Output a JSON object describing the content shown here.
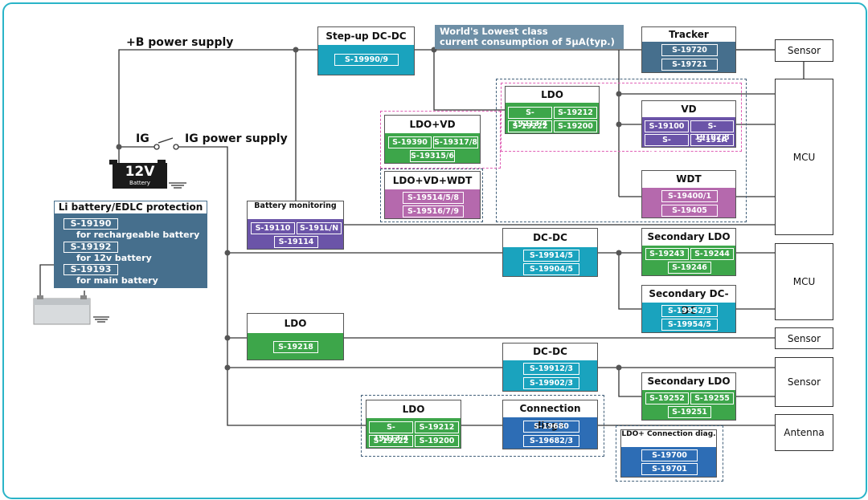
{
  "labels": {
    "b_supply": "+B power supply",
    "ig": "IG",
    "ig_supply": "IG power supply",
    "battery_12v": "12V",
    "battery_sub": "Battery"
  },
  "note": {
    "line1": "World's Lowest class",
    "line2": "current consumption of 5μA(typ.)"
  },
  "li_protection": {
    "title": "Li battery/EDLC protection",
    "items": [
      {
        "part": "S-19190",
        "desc": "for rechargeable battery"
      },
      {
        "part": "S-19192",
        "desc": "for 12v battery"
      },
      {
        "part": "S-19193",
        "desc": "for main battery"
      }
    ]
  },
  "blocks": {
    "stepup": {
      "title": "Step-up DC-DC",
      "parts": [
        "S-19990/9"
      ]
    },
    "tracker": {
      "title": "Tracker",
      "parts": [
        "S-19720",
        "S-19721"
      ]
    },
    "ldo_top": {
      "title": "LDO",
      "parts": [
        "S-19213/4",
        "S-19212",
        "S-19222",
        "S-19200"
      ]
    },
    "vd": {
      "title": "VD",
      "parts": [
        "S-19100",
        "S-19102/8",
        "S-19103/9",
        "S-191A"
      ]
    },
    "ldo_vd": {
      "title": "LDO+VD",
      "parts": [
        "S-19390",
        "S-19317/8",
        "S-19315/6"
      ]
    },
    "ldo_vd_wdt": {
      "title": "LDO+VD+WDT",
      "parts": [
        "S-19514/5/8",
        "S-19516/7/9"
      ]
    },
    "wdt": {
      "title": "WDT",
      "parts": [
        "S-19400/1",
        "S-19405"
      ]
    },
    "battmon": {
      "title": "Battery monitoring",
      "parts": [
        "S-19110",
        "S-191L/N",
        "S-19114"
      ]
    },
    "dcdc1": {
      "title": "DC-DC",
      "parts": [
        "S-19914/5",
        "S-19904/5"
      ]
    },
    "secldo1": {
      "title": "Secondary LDO",
      "parts": [
        "S-19243",
        "S-19244",
        "S-19246"
      ]
    },
    "secdcdc": {
      "title": "Secondary DC-DC",
      "parts": [
        "S-19952/3",
        "S-19954/5"
      ]
    },
    "ldo_mid": {
      "title": "LDO",
      "parts": [
        "S-19218"
      ]
    },
    "dcdc2": {
      "title": "DC-DC",
      "parts": [
        "S-19912/3",
        "S-19902/3"
      ]
    },
    "secldo2": {
      "title": "Secondary LDO",
      "parts": [
        "S-19252",
        "S-19255",
        "S-19251"
      ]
    },
    "ldo_bot": {
      "title": "LDO",
      "parts": [
        "S-19213/4",
        "S-19212",
        "S-19222",
        "S-19200"
      ]
    },
    "conndiag": {
      "title": "Connection diag+",
      "parts": [
        "S-19680",
        "S-19682/3"
      ]
    },
    "ldo_conn": {
      "title": "LDO+ Connection diag.",
      "parts": [
        "S-19700",
        "S-19701"
      ]
    }
  },
  "outputs": {
    "sensor1": "Sensor",
    "mcu1": "MCU",
    "mcu2": "MCU",
    "sensor2": "Sensor",
    "sensor3": "Sensor",
    "antenna": "Antenna"
  }
}
